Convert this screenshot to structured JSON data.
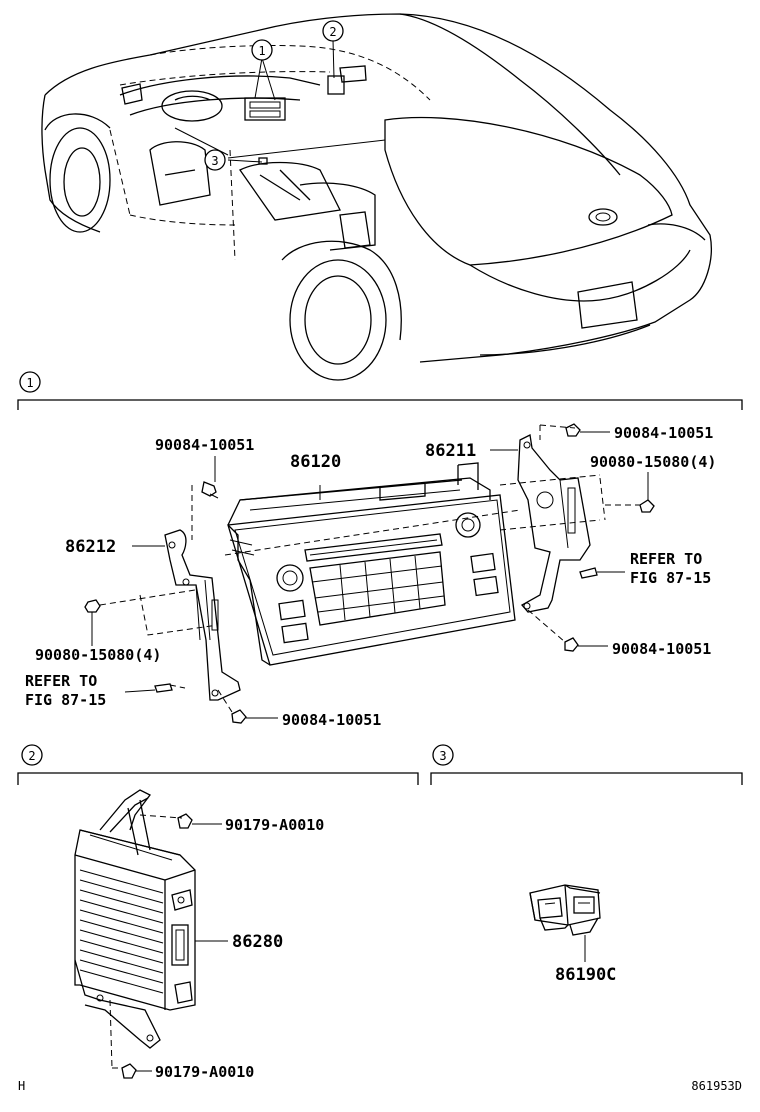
{
  "callouts": [
    "1",
    "2",
    "3"
  ],
  "sections": {
    "s1": {
      "number": "1",
      "labels": {
        "bolt_top_left": "90084-10051",
        "main_unit": "86120",
        "bracket_right": "86211",
        "bolt_top_right": "90084-10051",
        "screw_right": "90080-15080(4)",
        "bracket_left": "86212",
        "refer_right_1": "REFER TO",
        "refer_right_2": "FIG 87-15",
        "screw_left": "90080-15080(4)",
        "bolt_bottom_right": "90084-10051",
        "refer_left_1": "REFER TO",
        "refer_left_2": "FIG 87-15",
        "bolt_bottom_left": "90084-10051"
      }
    },
    "s2": {
      "number": "2",
      "labels": {
        "bolt_top": "90179-A0010",
        "amplifier": "86280",
        "bolt_bottom": "90179-A0010"
      }
    },
    "s3": {
      "number": "3",
      "labels": {
        "jack": "86190C"
      }
    }
  },
  "footer": {
    "left": "H",
    "right": "861953D"
  }
}
